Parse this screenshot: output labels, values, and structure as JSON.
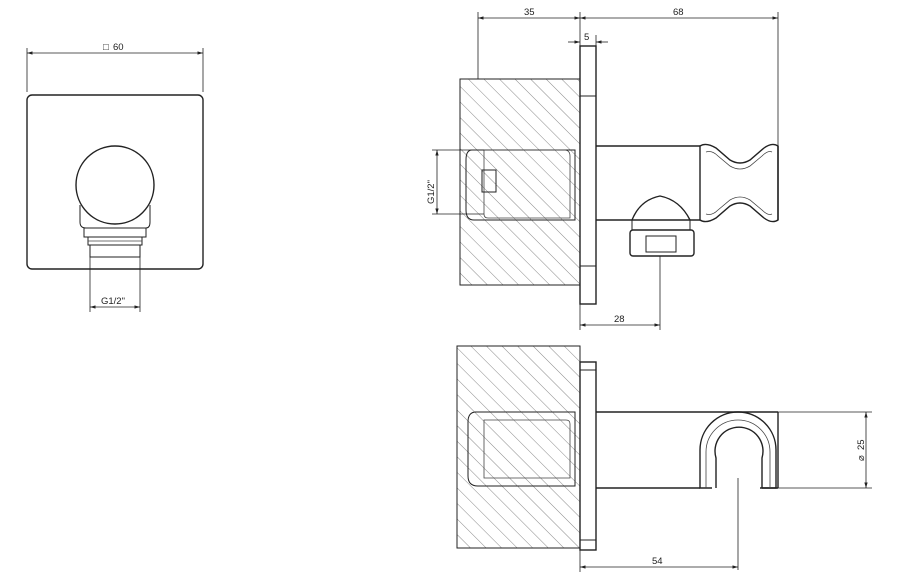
{
  "dimensions": {
    "plate_square": "60",
    "outlet_thread_front": "G1/2\"",
    "depth_in_wall": "35",
    "projection": "68",
    "plate_thickness": "5",
    "outlet_thread_side": "G1/2\"",
    "outlet_offset": "28",
    "holder_diameter": "25",
    "holder_offset": "54"
  },
  "symbols": {
    "square": "□",
    "diameter": "⌀"
  }
}
